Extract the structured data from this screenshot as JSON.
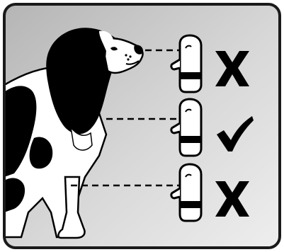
{
  "illustration": {
    "subject": "dog-height-diagram",
    "background_gradient": [
      "#b9b9b9",
      "#e6e6e6"
    ],
    "frame_color": "#1a1a1a",
    "rows": [
      {
        "level": "nose",
        "result": "incorrect",
        "mark_icon": "x-mark-icon"
      },
      {
        "level": "chest",
        "result": "correct",
        "mark_icon": "check-mark-icon"
      },
      {
        "level": "leg",
        "result": "incorrect",
        "mark_icon": "x-mark-icon"
      }
    ]
  }
}
